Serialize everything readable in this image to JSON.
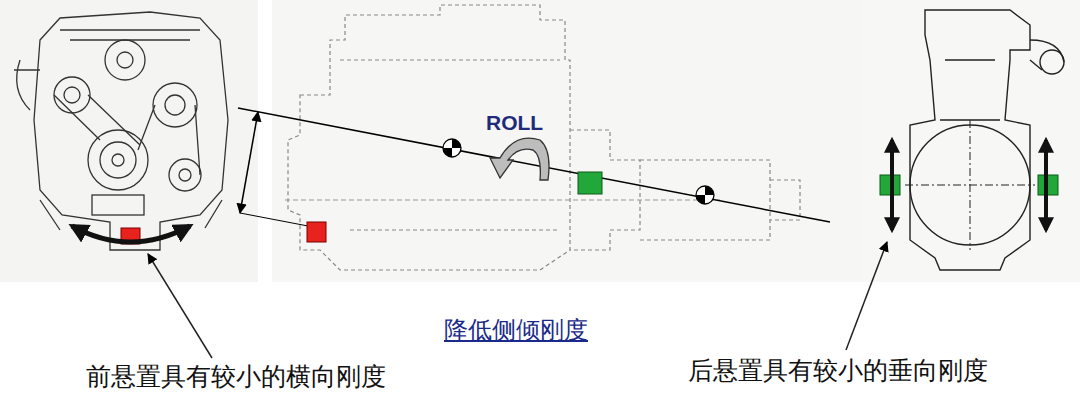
{
  "diagram": {
    "labels": [
      "ROLL",
      "降低侧倾刚度",
      "前悬置具有较小的横向刚度",
      "后悬置具有较小的垂向刚度"
    ]
  }
}
